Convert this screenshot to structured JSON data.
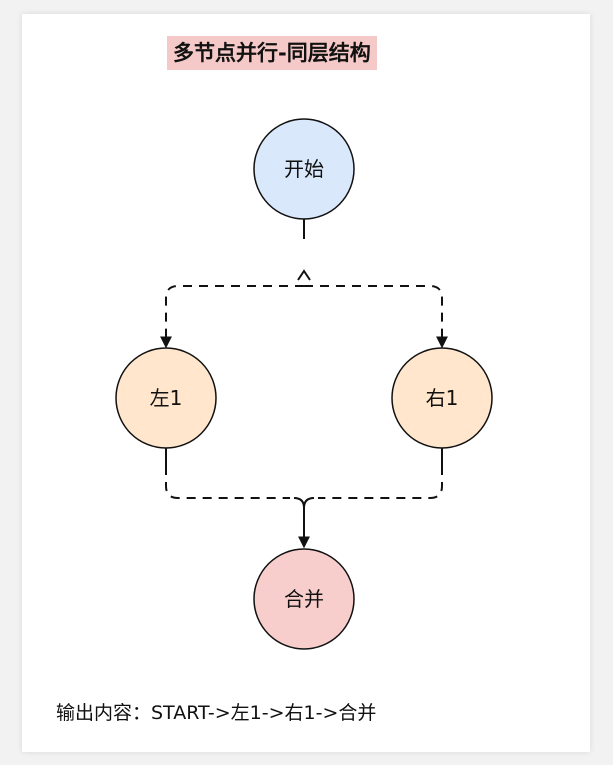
{
  "title": "多节点并行-同层结构",
  "nodes": {
    "start": "开始",
    "left": "左1",
    "right": "右1",
    "merge": "合并"
  },
  "output": "输出内容：START->左1->右1->合并",
  "colors": {
    "title_bg": "#f5c9c7",
    "start_fill": "#dae8fc",
    "branch_fill": "#ffe6cc",
    "merge_fill": "#f8cecc",
    "stroke": "#111111"
  }
}
